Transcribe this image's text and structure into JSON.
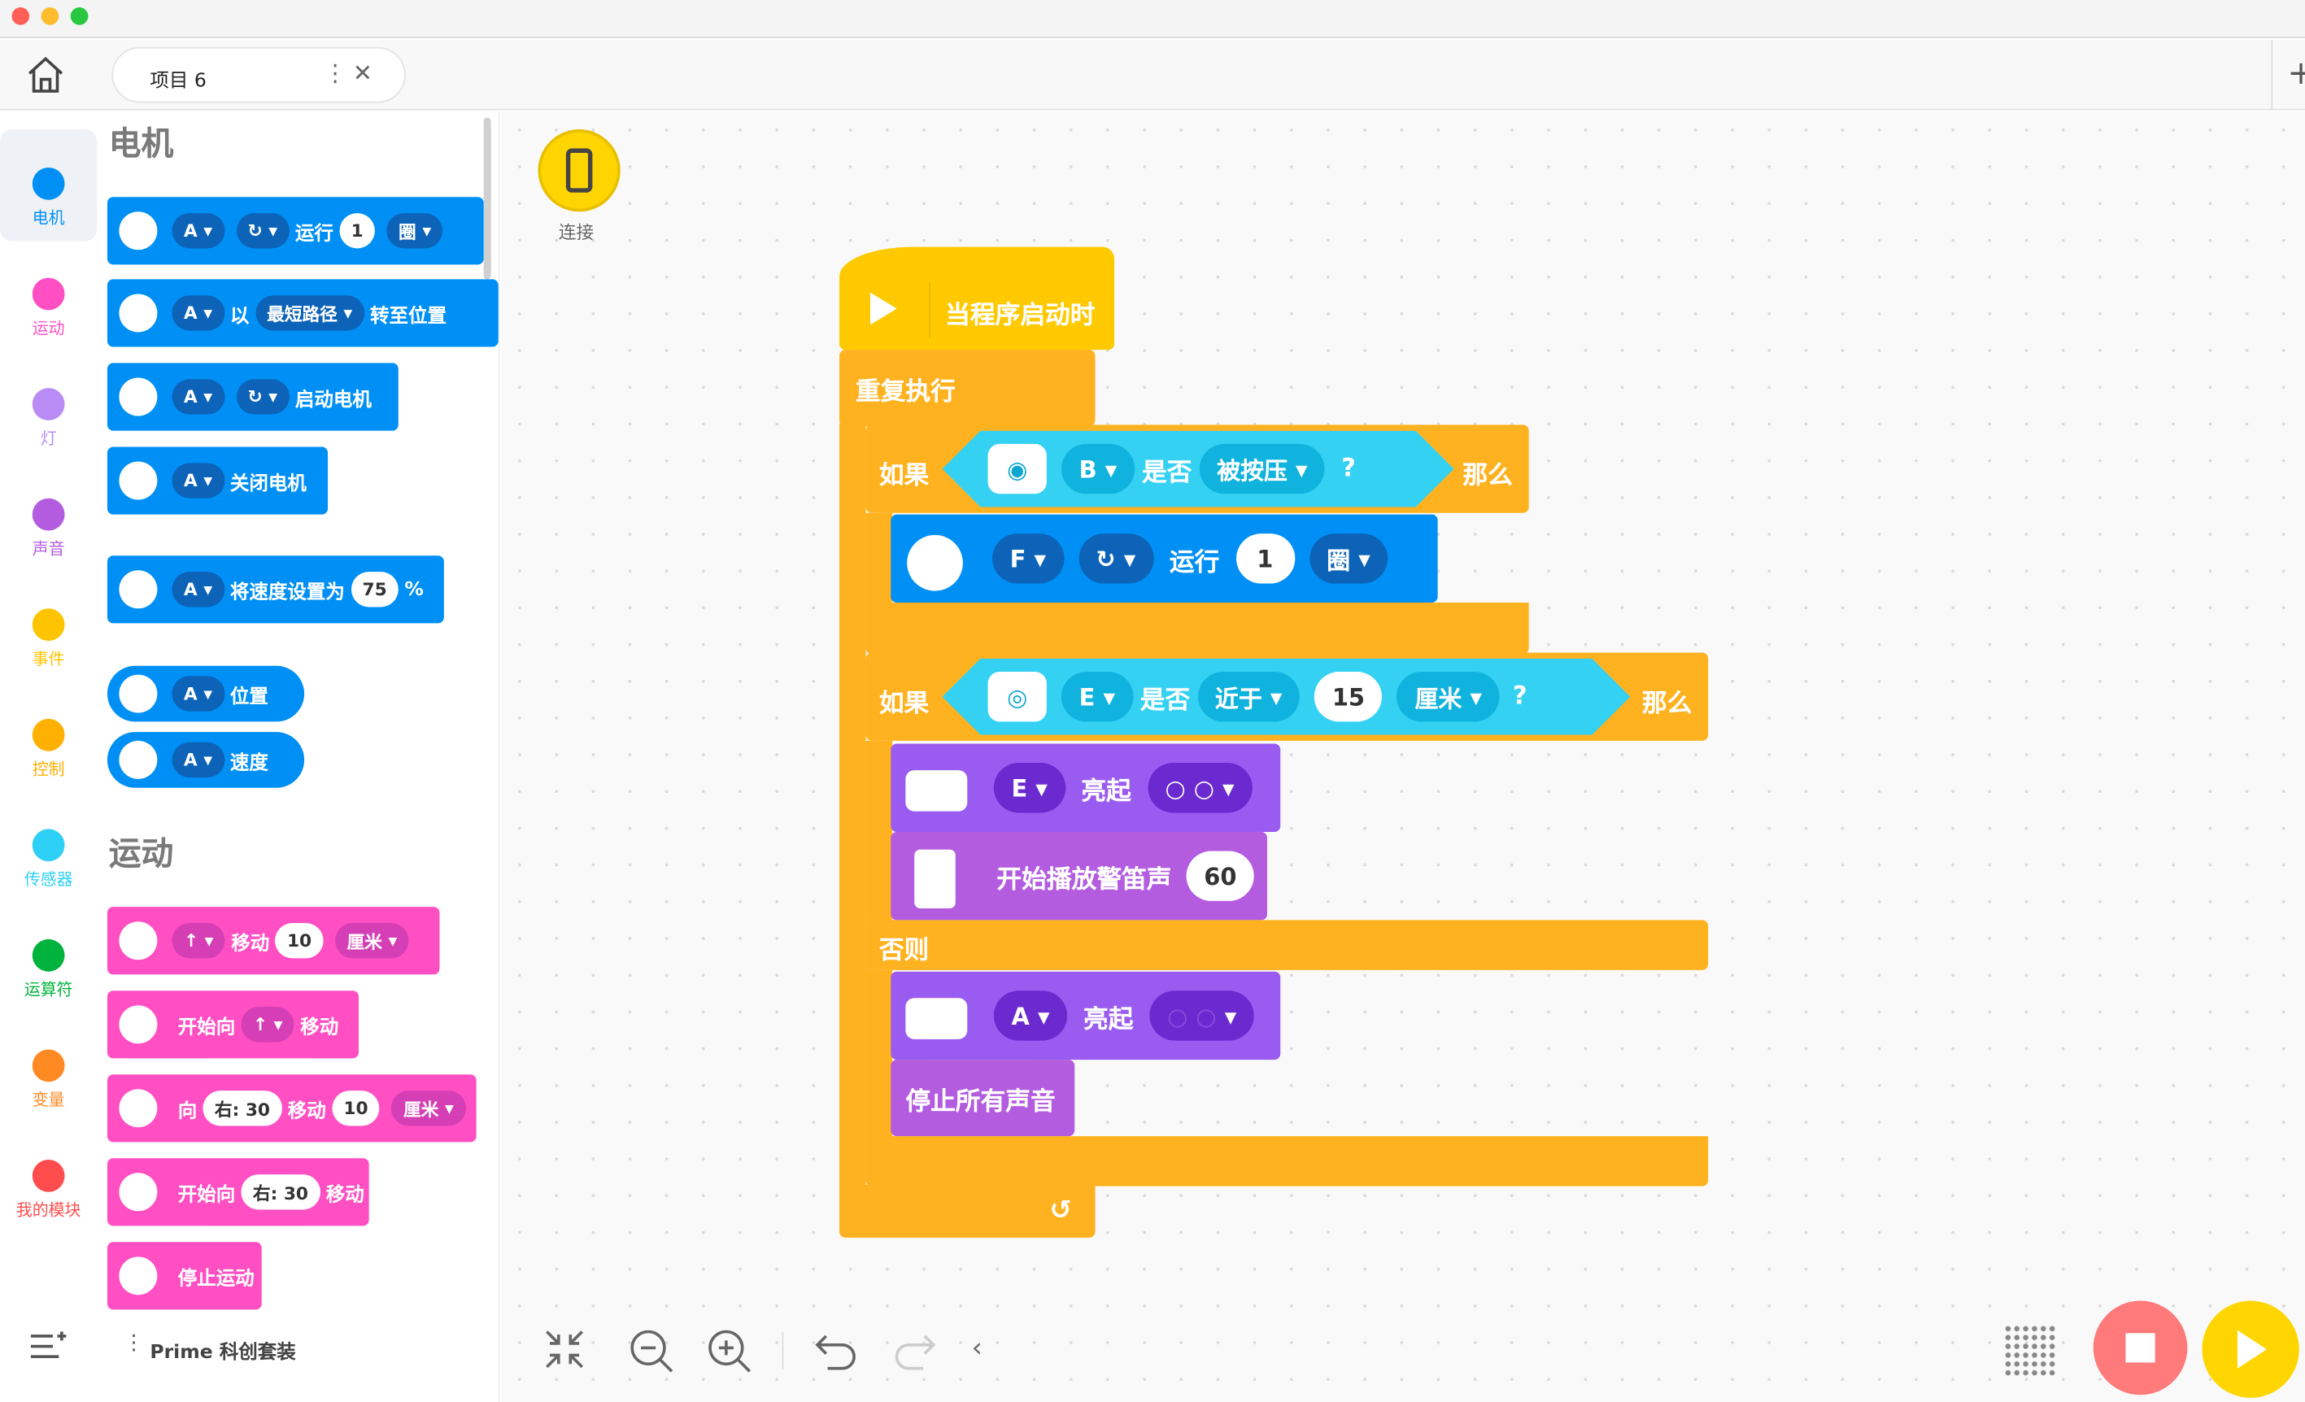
{
  "tab": {
    "title": "项目 6"
  },
  "categories": [
    {
      "label": "电机",
      "color": "#0090f5"
    },
    {
      "label": "运动",
      "color": "#ff4fc3"
    },
    {
      "label": "灯",
      "color": "#b98bf5"
    },
    {
      "label": "声音",
      "color": "#b35ce0"
    },
    {
      "label": "事件",
      "color": "#ffc400"
    },
    {
      "label": "控制",
      "color": "#ffb000"
    },
    {
      "label": "传感器",
      "color": "#2fd0f5"
    },
    {
      "label": "运算符",
      "color": "#00b33c"
    },
    {
      "label": "变量",
      "color": "#ff8a24"
    },
    {
      "label": "我的模块",
      "color": "#ff4d4d"
    }
  ],
  "palette": {
    "motor_heading": "电机",
    "motion_heading": "运动",
    "motor_blocks": {
      "b1": {
        "port": "A",
        "text": "运行",
        "num": "1",
        "unit": "圈"
      },
      "b2": {
        "port": "A",
        "t1": "以",
        "opt": "最短路径",
        "t2": "转至位置"
      },
      "b3": {
        "port": "A",
        "text": "启动电机"
      },
      "b4": {
        "port": "A",
        "text": "关闭电机"
      },
      "b5": {
        "port": "A",
        "text": "将速度设置为",
        "num": "75",
        "unit": "%"
      },
      "b6": {
        "port": "A",
        "text": "位置"
      },
      "b7": {
        "port": "A",
        "text": "速度"
      }
    },
    "motion_blocks": {
      "m1": {
        "text": "移动",
        "num": "10",
        "unit": "厘米"
      },
      "m2": {
        "t1": "开始向",
        "t2": "移动"
      },
      "m3": {
        "t1": "向",
        "dir": "右: 30",
        "t2": "移动",
        "num": "10",
        "unit": "厘米"
      },
      "m4": {
        "t1": "开始向",
        "dir": "右: 30",
        "t2": "移动"
      },
      "m5": {
        "text": "停止运动"
      }
    },
    "kit_label": "Prime 科创套装"
  },
  "connect_label": "连接",
  "program": {
    "hat": "当程序启动时",
    "forever": "重复执行",
    "if1": {
      "kw": "如果",
      "port": "B",
      "is": "是否",
      "state": "被按压",
      "q": "?",
      "then": "那么"
    },
    "run": {
      "port": "F",
      "text": "运行",
      "num": "1",
      "unit": "圈"
    },
    "if2": {
      "kw": "如果",
      "port": "E",
      "is": "是否",
      "cmp": "近于",
      "num": "15",
      "unit": "厘米",
      "q": "?",
      "then": "那么"
    },
    "light1": {
      "port": "E",
      "text": "亮起"
    },
    "beep": {
      "text": "开始播放警笛声",
      "num": "60"
    },
    "else": "否则",
    "light2": {
      "port": "A",
      "text": "亮起"
    },
    "stop_sound": "停止所有声音"
  },
  "colors": {
    "motor": "#0090f5",
    "motion": "#ff4fc3",
    "control": "#ffb21f",
    "event": "#ffc900",
    "sensor": "#34d1f3",
    "light": "#9a5cf0",
    "sound": "#b35ce0"
  }
}
